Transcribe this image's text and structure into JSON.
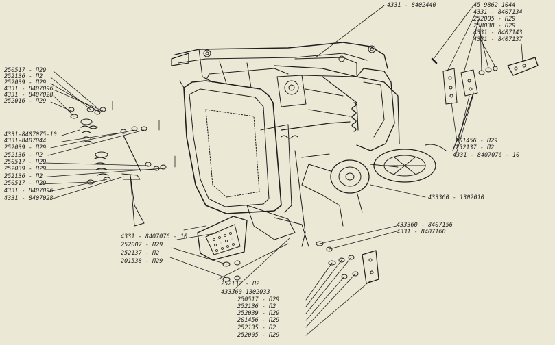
{
  "labels": {
    "left": [
      "250517 - П29",
      "252136 - П2",
      "252039 - П29",
      "4331 - 8407096",
      "4331 - 8407028",
      "252016 - П29",
      "4331-8407075-10",
      "4331-8407044",
      "252039 - П29",
      "252136 - П2",
      "250517 - П29",
      "252039 - П29",
      "252136 - П2",
      "250517 - П29",
      "4331 - 8407096",
      "4331 - 8407028"
    ],
    "top_center": "4331 - 8402440",
    "top_right": [
      "45 9862 1044",
      "4331 - 8407134",
      "252005 - П29",
      "258038 - П29",
      "4331 - 8407143",
      "4331 - 8407137"
    ],
    "right_middle": [
      "201456 - П29",
      "252137 - П2",
      "4331 - 8407076 - 10"
    ],
    "right_side": "433360 - 1302010",
    "lower_left": [
      "4331 - 8407076 - 10",
      "252007 - П29",
      "252137 - П2",
      "201538 - П29"
    ],
    "bottom_center": [
      "252137 - П2",
      "433360-1302033"
    ],
    "bottom_right_top": [
      "433360 - 8407156",
      "4331 - 8407160"
    ],
    "bottom_right": [
      "250517 - П29",
      "252136 - П2",
      "252039 - П29",
      "201456 - П29",
      "252135 - П2",
      "252005 - П29"
    ]
  },
  "colors": {
    "paper": "#ece8d6",
    "ink": "#1e1e1e"
  }
}
